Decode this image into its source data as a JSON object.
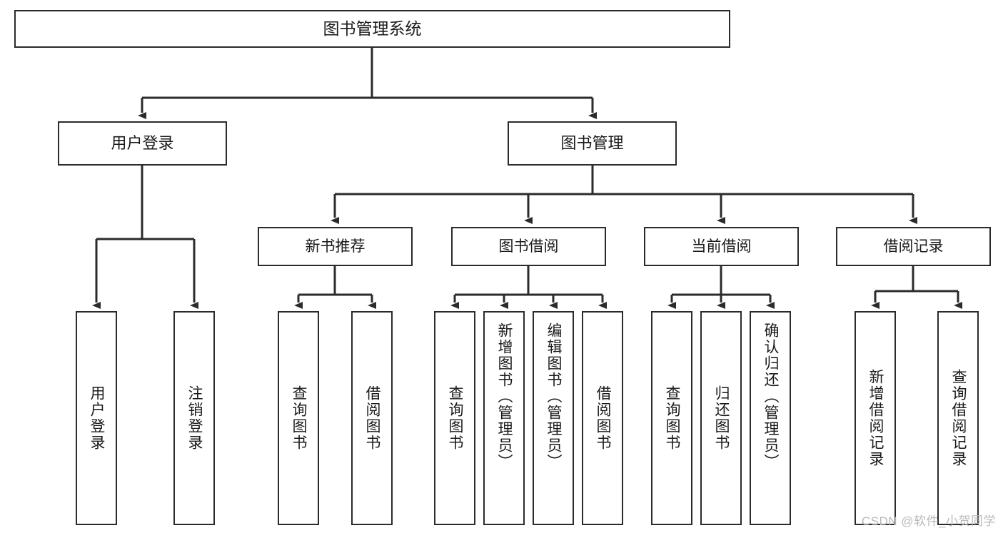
{
  "diagram": {
    "title": "图书管理系统",
    "type": "hierarchy-tree",
    "watermark": "CSDN @软件_小贺同学",
    "colors": {
      "background": "#ffffff",
      "box_border": "#2b2b2b",
      "box_fill": "#ffffff",
      "connector": "#2b2b2b",
      "text": "#1a1a1a",
      "watermark": "#b9b9b9"
    },
    "levels": {
      "root": "图书管理系统",
      "level2": [
        "用户登录",
        "图书管理"
      ],
      "level3": [
        "新书推荐",
        "图书借阅",
        "当前借阅",
        "借阅记录"
      ]
    },
    "nodes": {
      "root": {
        "label": "图书管理系统"
      },
      "user_login": {
        "label": "用户登录"
      },
      "book_mgmt": {
        "label": "图书管理"
      },
      "new_book_rec": {
        "label": "新书推荐"
      },
      "book_borrow": {
        "label": "图书借阅"
      },
      "current_borrow": {
        "label": "当前借阅"
      },
      "borrow_record": {
        "label": "借阅记录"
      },
      "leaf_user_login": {
        "label": "用户登录"
      },
      "leaf_user_logout": {
        "label": "注销登录"
      },
      "leaf_rec_query": {
        "label": "查询图书"
      },
      "leaf_rec_borrow": {
        "label": "借阅图书"
      },
      "leaf_bb_query": {
        "label": "查询图书"
      },
      "leaf_bb_add": {
        "label": "新增图书（管理员）"
      },
      "leaf_bb_edit": {
        "label": "编辑图书（管理员）"
      },
      "leaf_bb_borrow": {
        "label": "借阅图书"
      },
      "leaf_cb_query": {
        "label": "查询图书"
      },
      "leaf_cb_return": {
        "label": "归还图书"
      },
      "leaf_cb_confirm": {
        "label": "确认归还（管理员）"
      },
      "leaf_br_add": {
        "label": "新增借阅记录"
      },
      "leaf_br_query": {
        "label": "查询借阅记录"
      }
    },
    "edges": [
      {
        "from": "root",
        "to": "user_login"
      },
      {
        "from": "root",
        "to": "book_mgmt"
      },
      {
        "from": "book_mgmt",
        "to": "new_book_rec"
      },
      {
        "from": "book_mgmt",
        "to": "book_borrow"
      },
      {
        "from": "book_mgmt",
        "to": "current_borrow"
      },
      {
        "from": "book_mgmt",
        "to": "borrow_record"
      },
      {
        "from": "user_login",
        "to": "leaf_user_login"
      },
      {
        "from": "user_login",
        "to": "leaf_user_logout"
      },
      {
        "from": "new_book_rec",
        "to": "leaf_rec_query"
      },
      {
        "from": "new_book_rec",
        "to": "leaf_rec_borrow"
      },
      {
        "from": "book_borrow",
        "to": "leaf_bb_query"
      },
      {
        "from": "book_borrow",
        "to": "leaf_bb_add"
      },
      {
        "from": "book_borrow",
        "to": "leaf_bb_edit"
      },
      {
        "from": "book_borrow",
        "to": "leaf_bb_borrow"
      },
      {
        "from": "current_borrow",
        "to": "leaf_cb_query"
      },
      {
        "from": "current_borrow",
        "to": "leaf_cb_return"
      },
      {
        "from": "current_borrow",
        "to": "leaf_cb_confirm"
      },
      {
        "from": "borrow_record",
        "to": "leaf_br_add"
      },
      {
        "from": "borrow_record",
        "to": "leaf_br_query"
      }
    ]
  }
}
